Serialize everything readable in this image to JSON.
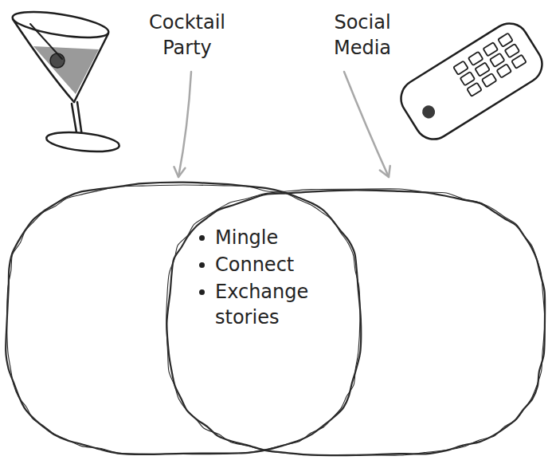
{
  "diagram": {
    "labels": [
      "Cocktail Party",
      "Social Media",
      "Mingle",
      "Connect",
      "Exchange stories"
    ]
  }
}
